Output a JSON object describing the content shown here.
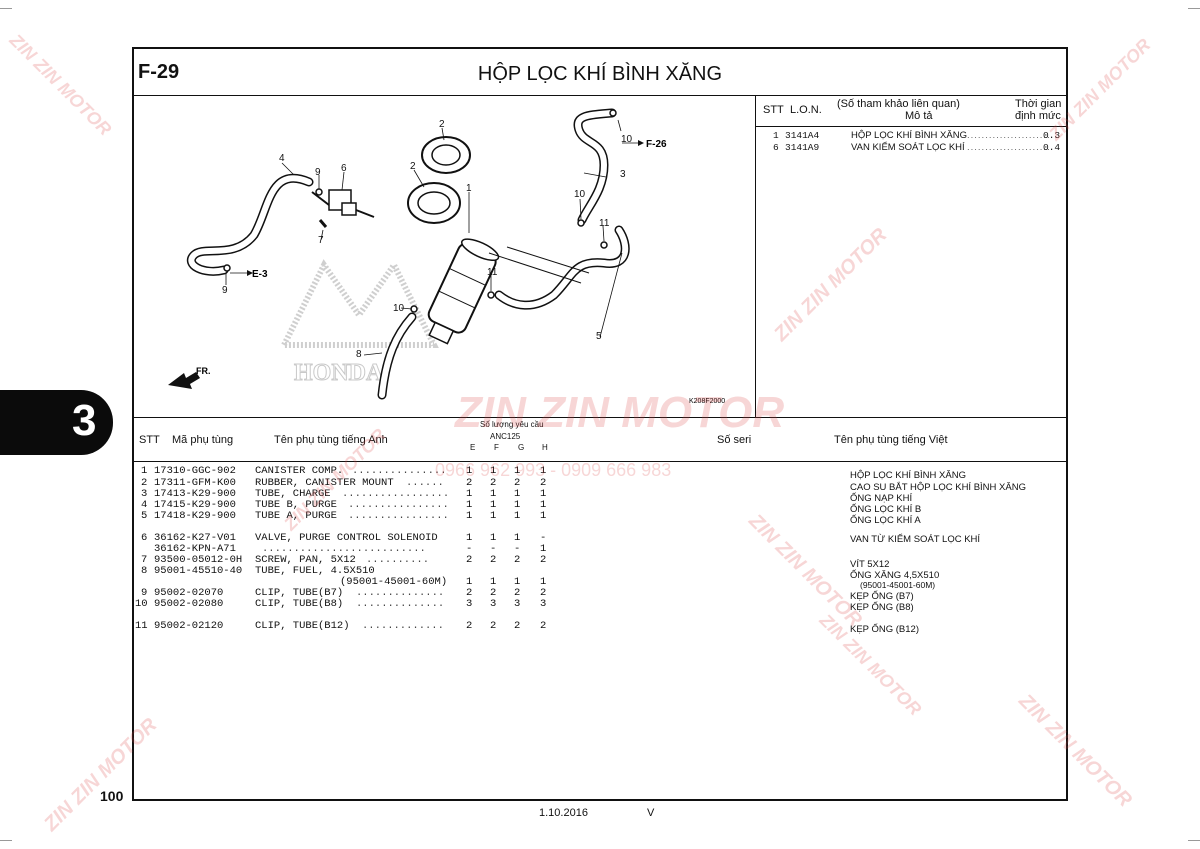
{
  "header": {
    "code": "F-29",
    "title": "HỘP LỌC KHÍ BÌNH XĂNG"
  },
  "page_number": "100",
  "section_number": "3",
  "footer": {
    "date": "1.10.2016",
    "mark": "V"
  },
  "diagram": {
    "code": "K208F2000",
    "fr_label": "FR.",
    "refs": [
      "F-26",
      "E-3"
    ],
    "callouts": [
      "1",
      "2",
      "2",
      "3",
      "4",
      "5",
      "6",
      "7",
      "8",
      "9",
      "9",
      "10",
      "10",
      "10",
      "11",
      "11"
    ],
    "brand_watermark": "HONDA"
  },
  "labour": {
    "headers": {
      "stt": "STT",
      "lon": "L.O.N.",
      "desc_top": "(Số tham khảo liên quan)",
      "desc": "Mô tả",
      "time_top": "Thời gian",
      "time": "định mức"
    },
    "rows": [
      {
        "stt": "1",
        "lon": "3141A4",
        "desc": "HỘP LỌC KHÍ BÌNH XĂNG",
        "time": "0.3"
      },
      {
        "stt": "6",
        "lon": "3141A9",
        "desc": "VAN KIỂM SOÁT LỌC KHÍ",
        "time": "0.4"
      }
    ]
  },
  "parts": {
    "headers": {
      "stt": "STT",
      "part_no": "Mã phụ tùng",
      "name_en": "Tên phụ tùng tiếng Anh",
      "qty": "Số lượng yêu cầu",
      "model": "ANC125",
      "cols": [
        "E",
        "F",
        "G",
        "H"
      ],
      "serial": "Số seri",
      "name_vn": "Tên phụ tùng tiếng Việt"
    },
    "rows": [
      {
        "stt": "1",
        "part": "17310-GGC-902",
        "name": "CANISTER COMP.",
        "qty": [
          "1",
          "1",
          "1",
          "1"
        ],
        "vn": "HỘP LỌC KHÍ BÌNH XĂNG"
      },
      {
        "stt": "2",
        "part": "17311-GFM-K00",
        "name": "RUBBER, CANISTER MOUNT",
        "qty": [
          "2",
          "2",
          "2",
          "2"
        ],
        "vn": "CAO SU BẮT HỘP LỌC KHÍ BÌNH XĂNG"
      },
      {
        "stt": "3",
        "part": "17413-K29-900",
        "name": "TUBE, CHARGE",
        "qty": [
          "1",
          "1",
          "1",
          "1"
        ],
        "vn": "ỐNG NẠP KHÍ"
      },
      {
        "stt": "4",
        "part": "17415-K29-900",
        "name": "TUBE B, PURGE",
        "qty": [
          "1",
          "1",
          "1",
          "1"
        ],
        "vn": "ỐNG LỌC KHÍ B"
      },
      {
        "stt": "5",
        "part": "17418-K29-900",
        "name": "TUBE A, PURGE",
        "qty": [
          "1",
          "1",
          "1",
          "1"
        ],
        "vn": "ỐNG LỌC KHÍ A"
      },
      {
        "stt": "6",
        "part": "36162-K27-V01",
        "name": "VALVE, PURGE CONTROL SOLENOID",
        "qty": [
          "1",
          "1",
          "1",
          "-"
        ],
        "vn": "VAN TỪ KIỂM SOÁT LỌC KHÍ"
      },
      {
        "stt": "",
        "part": "36162-KPN-A71",
        "name": "",
        "qty": [
          "-",
          "-",
          "-",
          "1"
        ],
        "vn": ""
      },
      {
        "stt": "7",
        "part": "93500-05012-0H",
        "name": "SCREW, PAN, 5X12",
        "qty": [
          "2",
          "2",
          "2",
          "2"
        ],
        "vn": "VÍT 5X12"
      },
      {
        "stt": "8",
        "part": "95001-45510-40",
        "name": "TUBE, FUEL, 4.5X510",
        "qty": [
          "",
          "",
          "",
          ""
        ],
        "vn": "ỐNG XĂNG 4,5X510"
      },
      {
        "stt": "",
        "part": "",
        "name": "(95001-45001-60M)",
        "qty": [
          "1",
          "1",
          "1",
          "1"
        ],
        "vn": "(95001-45001-60M)"
      },
      {
        "stt": "9",
        "part": "95002-02070",
        "name": "CLIP, TUBE(B7)",
        "qty": [
          "2",
          "2",
          "2",
          "2"
        ],
        "vn": "KẸP ỐNG (B7)"
      },
      {
        "stt": "10",
        "part": "95002-02080",
        "name": "CLIP, TUBE(B8)",
        "qty": [
          "3",
          "3",
          "3",
          "3"
        ],
        "vn": "KẸP ỐNG (B8)"
      },
      {
        "stt": "11",
        "part": "95002-02120",
        "name": "CLIP, TUBE(B12)",
        "qty": [
          "2",
          "2",
          "2",
          "2"
        ],
        "vn": "KẸP ỐNG (B12)"
      }
    ]
  },
  "watermark": {
    "brand": "ZIN ZIN MOTOR",
    "phone": "0966 962 993 - 0909 666 983"
  }
}
